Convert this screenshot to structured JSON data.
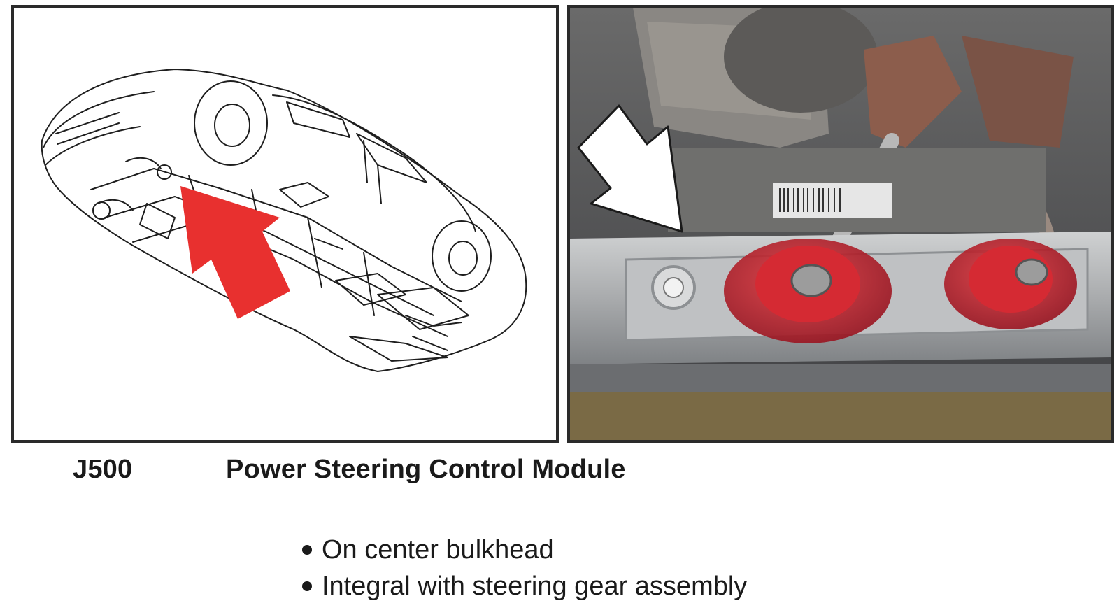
{
  "component": {
    "id": "J500",
    "name": "Power Steering Control Module"
  },
  "locations": [
    "On center bulkhead",
    "Integral with steering gear assembly"
  ],
  "images": {
    "left": "line-drawing-vehicle-underside-with-red-arrow",
    "right": "photo-underbody-module-with-white-arrow"
  },
  "colors": {
    "left_arrow": "#e8302f",
    "right_arrow": "#ffffff",
    "mounts": "#c8202a"
  }
}
